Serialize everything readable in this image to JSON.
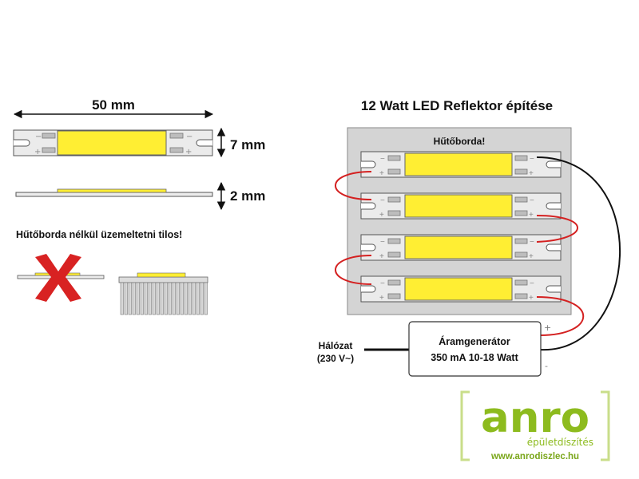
{
  "left_panel": {
    "width_dim": "50 mm",
    "height_dim": "7 mm",
    "thickness_dim": "2 mm",
    "warning": "Hűtőborda nélkül üzemeltetni tilos!"
  },
  "right_panel": {
    "title": "12 Watt LED Reflektor építése",
    "heatsink_label": "Hűtőborda!",
    "strip_count": 4,
    "mains_label_line1": "Hálózat",
    "mains_label_line2": "(230 V~)",
    "driver_line1": "Áramgenerátor",
    "driver_line2": "350 mA 10-18 Watt",
    "driver_plus": "+",
    "driver_minus": "-"
  },
  "logo": {
    "brand": "anro",
    "tagline": "épületdíszítés",
    "url": "www.anrodiszlec.hu"
  },
  "colors": {
    "led_yellow": "#ffee33",
    "wire_red": "#d42020",
    "wire_black": "#111111",
    "heatsink_gray": "#d4d4d4",
    "strip_body": "#ebebeb",
    "brand_green": "#8dbb1e",
    "bracket_green": "#c9de8a",
    "cross_red": "#d82222"
  },
  "icons": [
    "dimension-arrow-icon",
    "forbidden-cross-icon",
    "heatsink-fins-icon"
  ]
}
